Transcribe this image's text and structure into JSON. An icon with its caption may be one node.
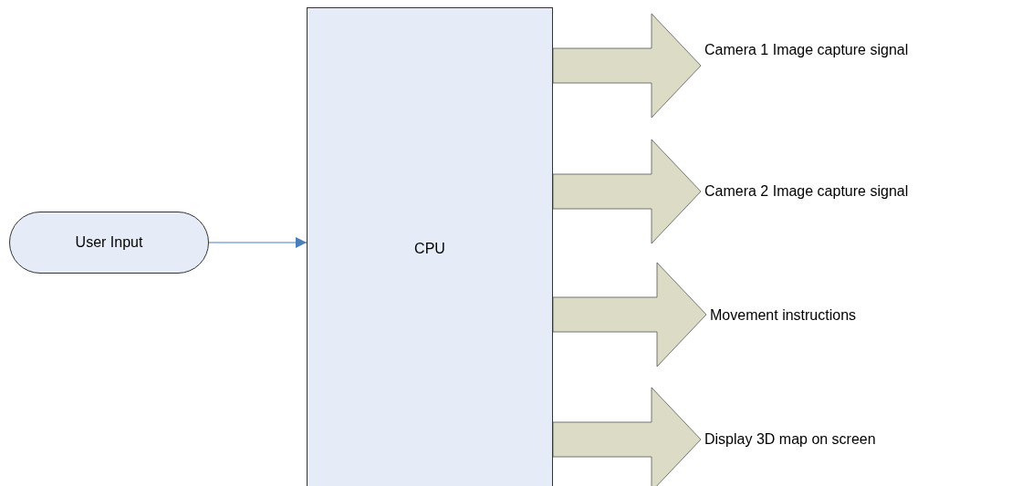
{
  "diagram": {
    "nodes": [
      {
        "text": [
          "User Input"
        ]
      },
      {
        "text": [
          "CPU"
        ]
      },
      {
        "text": [
          "Camera 1 Image capture signal"
        ]
      },
      {
        "text": [
          "Camera 2 Image capture signal"
        ]
      },
      {
        "text": [
          "Movement instructions"
        ]
      },
      {
        "text": [
          "Display 3D map on screen"
        ]
      }
    ],
    "edges": [
      {
        "from": 0,
        "to": 1,
        "arrow": "to",
        "color": "#4a7ebb"
      },
      {
        "from": 1,
        "to": 2,
        "arrow": "to",
        "style": "thick"
      },
      {
        "from": 1,
        "to": 3,
        "arrow": "to",
        "style": "thick"
      },
      {
        "from": 1,
        "to": 4,
        "arrow": "to",
        "style": "thick"
      },
      {
        "from": 1,
        "to": 5,
        "arrow": "to",
        "style": "thick"
      }
    ]
  }
}
